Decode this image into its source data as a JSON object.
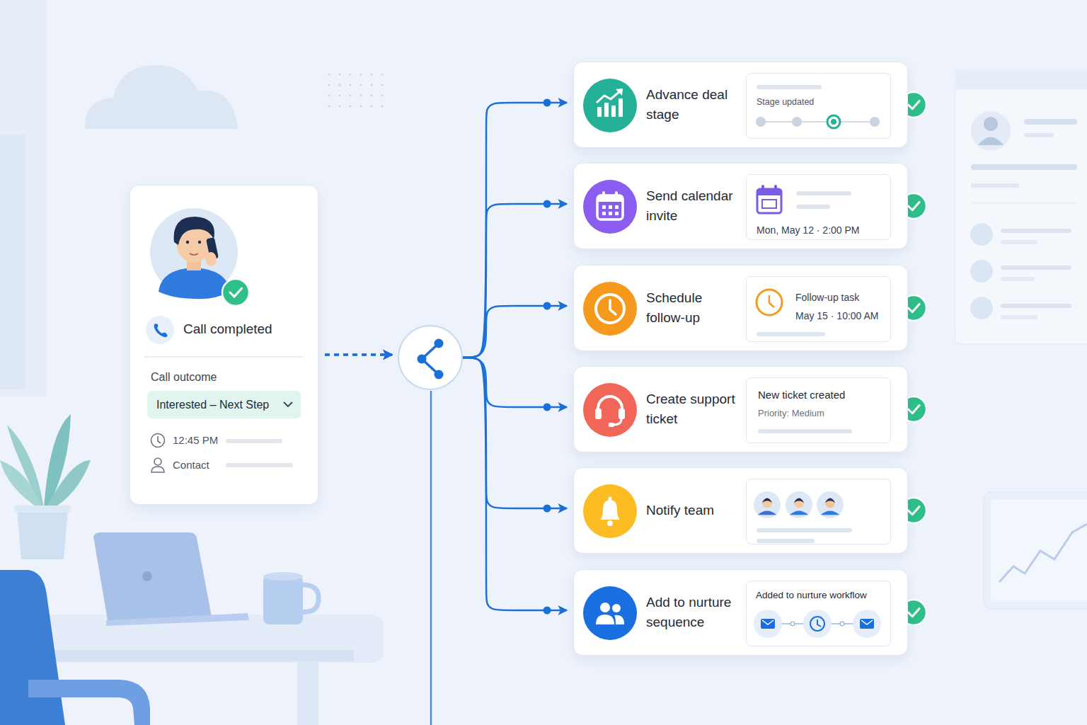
{
  "diagram": {
    "nodes": [
      {
        "text": [
          "Call completed",
          "Call outcome",
          "12:45 PM",
          "Contact"
        ]
      },
      {
        "text": [
          "Interested – Next Step"
        ],
        "in": 0
      },
      {
        "text": [
          "Advance deal stage"
        ]
      },
      {
        "text": [
          "Stage updated"
        ],
        "in": 2
      },
      {
        "text": [
          "Send calendar invite"
        ]
      },
      {
        "text": [
          "Mon, May 12 · 2:00 PM"
        ],
        "in": 4
      },
      {
        "text": [
          "Schedule follow-up"
        ]
      },
      {
        "text": [
          "Follow-up task",
          "May 15 · 10:00 AM"
        ],
        "in": 6
      },
      {
        "text": [
          "Create support ticket"
        ]
      },
      {
        "text": [
          "New ticket created",
          "Priority: Medium"
        ],
        "in": 8
      },
      {
        "text": [
          "Notify team"
        ]
      },
      {
        "text": [
          "Add to nurture sequence"
        ]
      },
      {
        "text": [
          "Added to nurture workflow"
        ],
        "in": 11
      }
    ],
    "edges": [
      {
        "from": 0,
        "to": 2,
        "arrow": "to"
      },
      {
        "from": 0,
        "to": 4,
        "arrow": "to"
      },
      {
        "from": 0,
        "to": 6,
        "arrow": "to"
      },
      {
        "from": 0,
        "to": 8,
        "arrow": "to"
      },
      {
        "from": 0,
        "to": 10,
        "arrow": "to"
      },
      {
        "from": 0,
        "to": 11,
        "arrow": "to"
      }
    ]
  }
}
